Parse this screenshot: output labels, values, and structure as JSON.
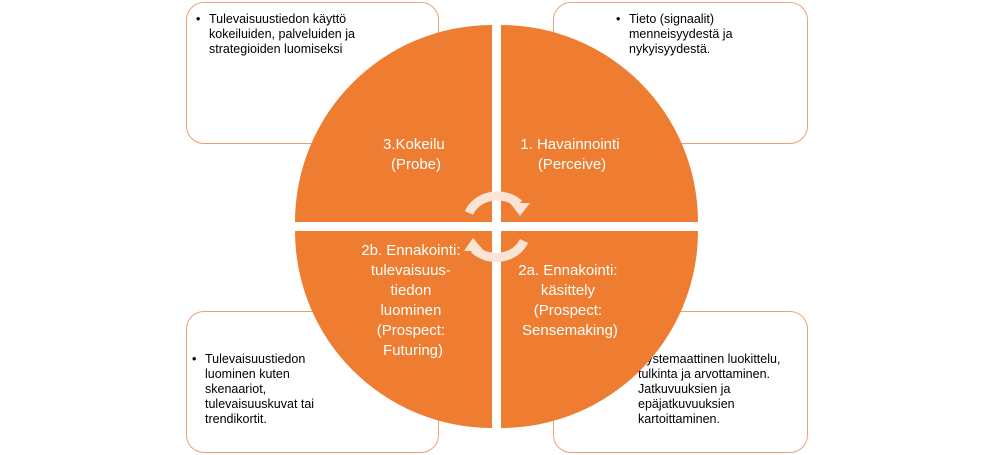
{
  "colors": {
    "quadrant": "#ee7d31",
    "note_border": "#f0a070",
    "arrow": "#fbe3d6",
    "text": "#000000"
  },
  "notes": {
    "top_left": {
      "text": "Tulevaisuustiedon käyttö\nkokeiluiden, palveluiden ja\nstrategioiden luomiseksi",
      "bullet": true
    },
    "top_right": {
      "text": "Tieto (signaalit)\nmenneisyydestä ja\nnykyisyydestä.",
      "bullet": true
    },
    "bottom_left": {
      "text": "Tulevaisuustiedon\nluominen kuten\nskenaariot,\ntulevaisuuskuvat tai\ntrendikortit.",
      "bullet": true
    },
    "bottom_right": {
      "text": "Systemaattinen luokittelu,\ntulkinta ja arvottaminen.\nJatkuvuuksien ja\nepäjatkuvuuksien\nkartoittaminen.",
      "bullet": false
    }
  },
  "quadrants": {
    "top_left": {
      "lines": [
        "3.Kokeilu",
        "(Probe)"
      ]
    },
    "top_right": {
      "lines": [
        "1. Havainnointi",
        "(Perceive)"
      ]
    },
    "bottom_left": {
      "lines": [
        "2b. Ennakointi:",
        "tulevaisuus-",
        "tiedon",
        "luominen",
        "(Prospect:",
        "Futuring)"
      ]
    },
    "bottom_right": {
      "lines": [
        "2a. Ennakointi:",
        "käsittely",
        "(Prospect:",
        "Sensemaking)"
      ]
    }
  },
  "cycle_arrows": {
    "icon": "circular-arrows-icon"
  }
}
